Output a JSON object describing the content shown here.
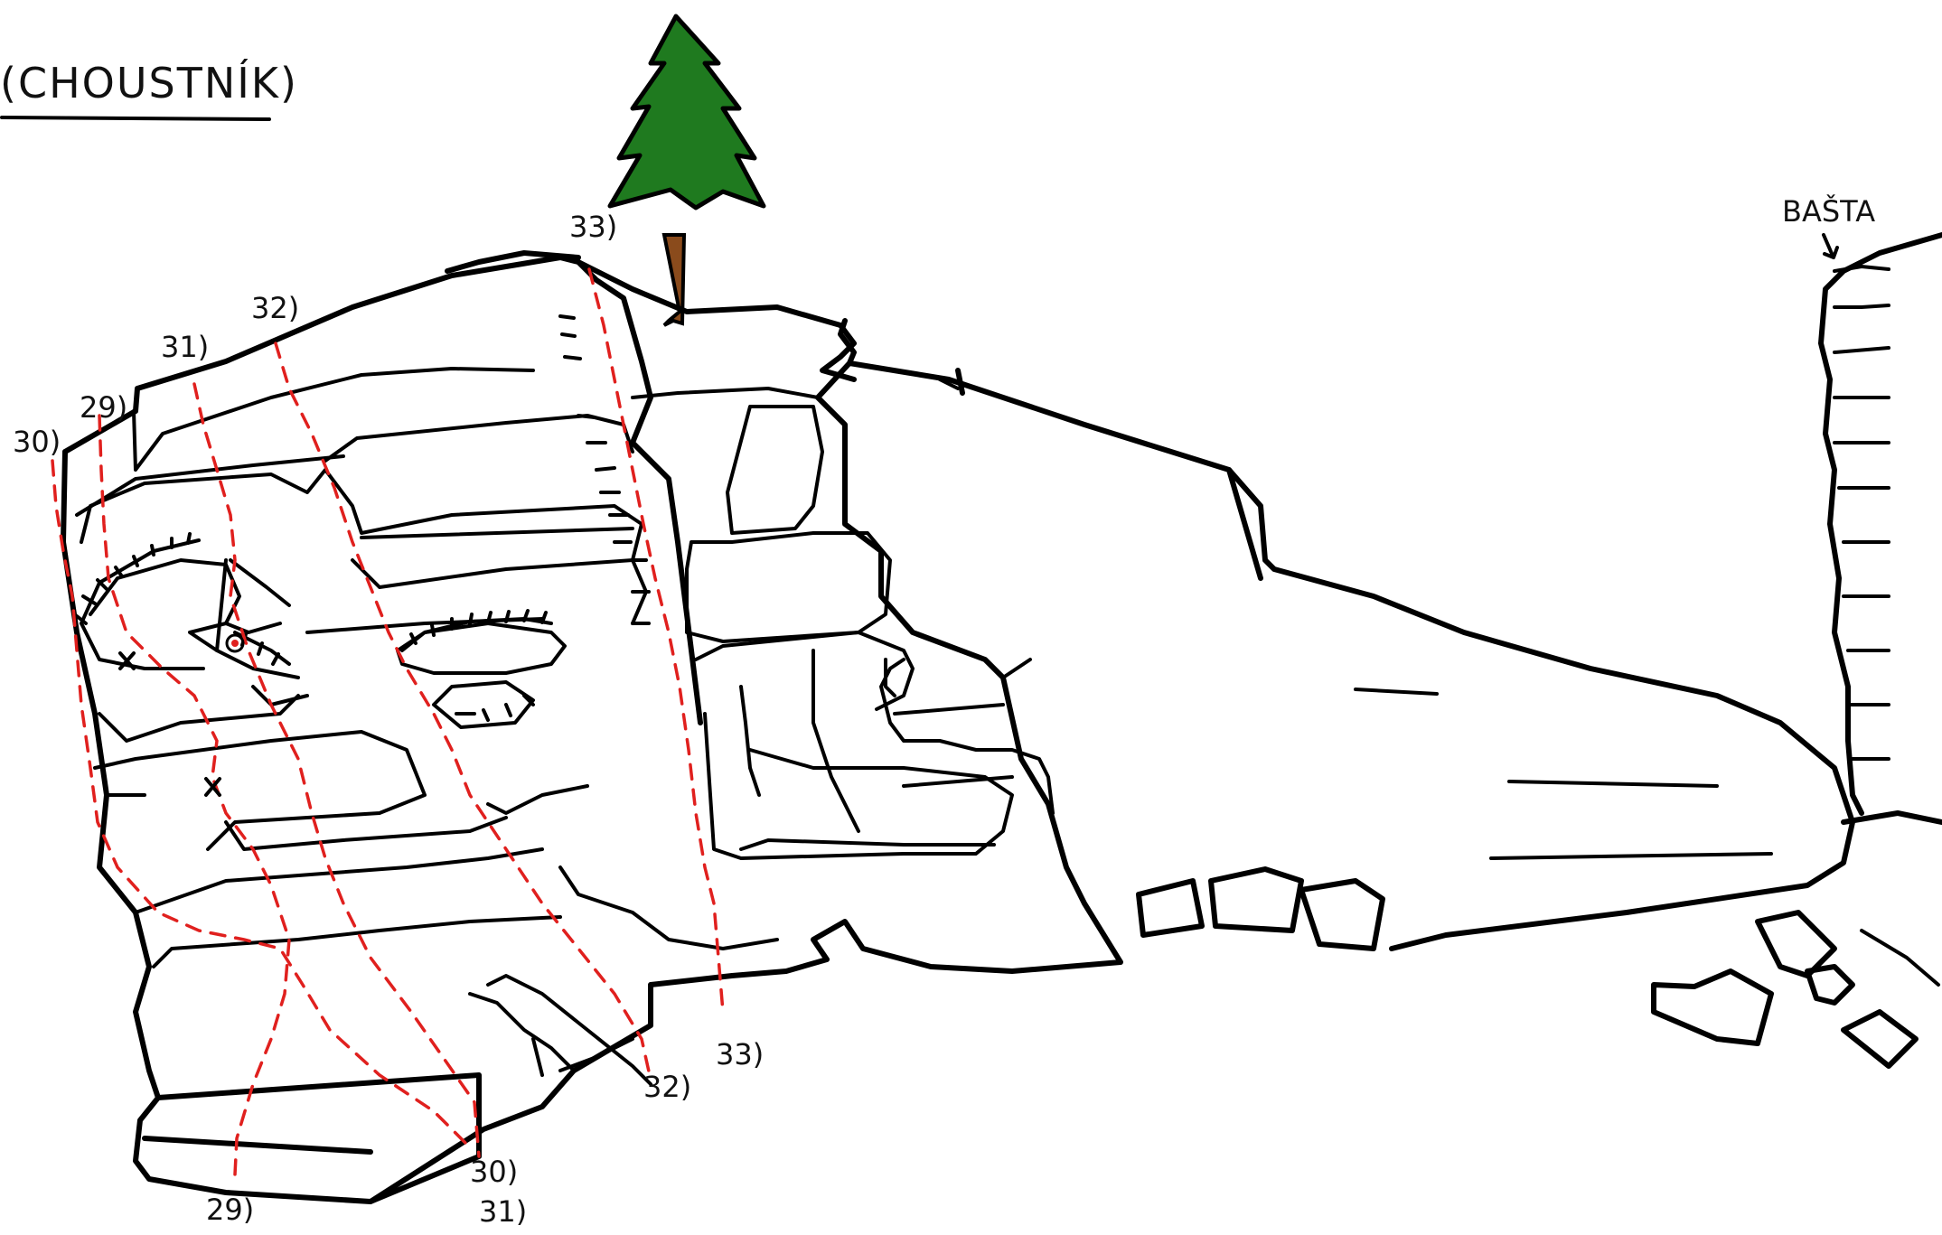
{
  "title": "(CHOUSTNÍK)",
  "neighbor_rock": "BAŠTA",
  "top_labels": [
    "30)",
    "29)",
    "31)",
    "32)",
    "33)"
  ],
  "bottom_labels": [
    "29)",
    "30)",
    "31)",
    "32)",
    "33)"
  ],
  "colors": {
    "route": "#e0201e",
    "tree_foliage": "#1f7a1f",
    "tree_trunk": "#8a4b1c",
    "ink": "#000000"
  }
}
